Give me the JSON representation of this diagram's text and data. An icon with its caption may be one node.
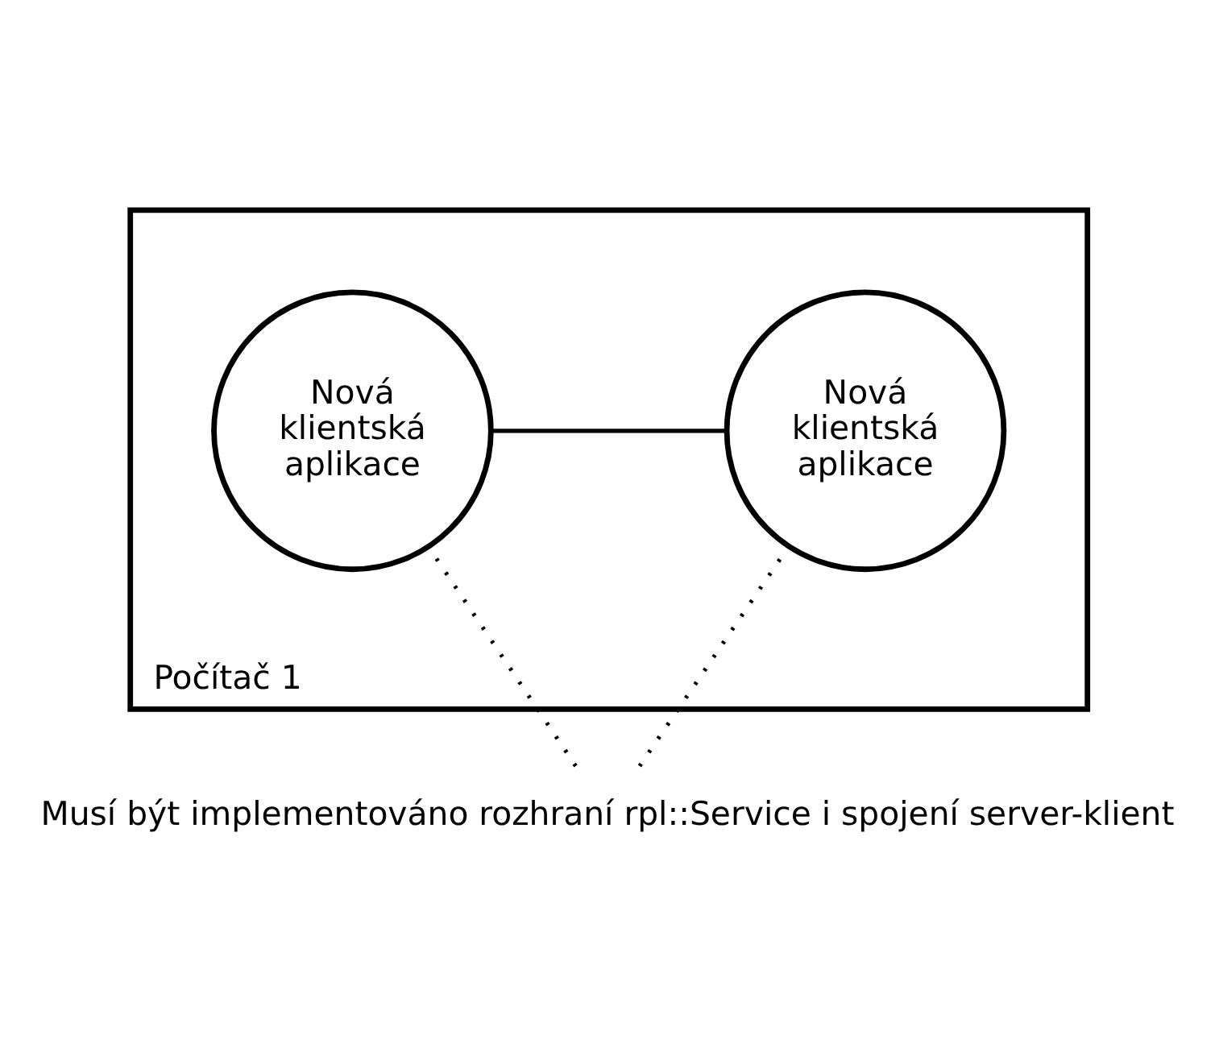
{
  "diagram": {
    "nodes": [
      {
        "text": [
          "Počítač 1"
        ]
      },
      {
        "text": [
          "Nová klientská aplikace"
        ],
        "in": 0
      },
      {
        "text": [
          "Nová klientská aplikace"
        ],
        "in": 0
      },
      {
        "text": [
          "Musí být implementováno rozhraní rpl::Service i spojení server-klient"
        ]
      }
    ],
    "edges": [
      {
        "from": 1,
        "to": 2,
        "arrow": "none"
      },
      {
        "from": 3,
        "to": 1,
        "arrow": "none",
        "style": "dashed"
      },
      {
        "from": 3,
        "to": 2,
        "arrow": "none",
        "style": "dashed"
      }
    ]
  }
}
